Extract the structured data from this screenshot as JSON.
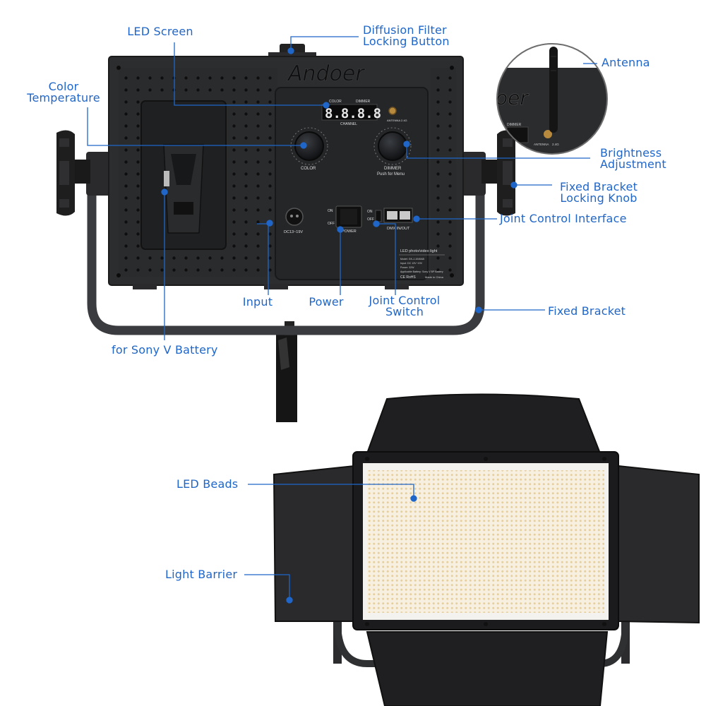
{
  "brand": "Andoer",
  "accent_color": "#1f66c8",
  "callouts": {
    "led_screen": "LED Screen",
    "diffusion_filter": [
      "Diffusion Filter",
      "Locking Button"
    ],
    "antenna": "Antenna",
    "color_temperature": [
      "Color",
      "Temperature"
    ],
    "brightness": [
      "Brightness",
      "Adjustment"
    ],
    "fixed_bracket_knob": [
      "Fixed Bracket",
      "Locking Knob"
    ],
    "joint_control_interface": "Joint Control Interface",
    "input": "Input",
    "power": "Power",
    "joint_control_switch": [
      "Joint Control",
      "Switch"
    ],
    "fixed_bracket": "Fixed Bracket",
    "sony_battery": "for Sony V Battery",
    "led_beads": "LED Beads",
    "light_barrier": "Light Barrier"
  },
  "panel_labels": {
    "color_top": "COLOR",
    "dimmer_top": "DIMMER",
    "channel": "CHANNEL",
    "display": "8.8.8.8",
    "antenna_small": "ANTENNA",
    "band": "2.4G",
    "color_knob": "COLOR",
    "dimmer_knob": "DIMMER",
    "push_menu": "Push for Menu",
    "dc_input": "DC13~19V",
    "power": "POWER",
    "on": "ON",
    "off": "OFF",
    "dmx": "DMX IN/OUT",
    "plate_title": "LED photo/video light",
    "plate_lines": [
      "Model:          GK-J-1040AB",
      "Input:            DC 13V~19V",
      "Power:           32W",
      "Applicable Battery:  Sony V BP Battery"
    ],
    "made_in": "Made in China",
    "marks": "CE RoHS"
  },
  "inset_labels": {
    "brand_fragment": "oer",
    "dimmer": "DIMMER",
    "antenna": "ANTENNA",
    "band": "2.4G"
  }
}
